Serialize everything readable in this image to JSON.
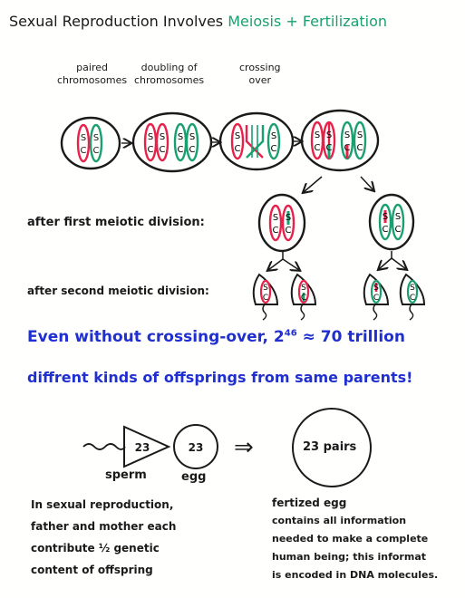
{
  "title": {
    "part1": "Sexual Reproduction Involves",
    "meiosis": "Meiosis",
    "plus": "+",
    "fertilization": "Fertilization"
  },
  "stages": [
    {
      "line1": "paired",
      "line2": "chromosomes"
    },
    {
      "line1": "doubling of",
      "line2": "chromosomes"
    },
    {
      "line1": "crossing",
      "line2": "over"
    }
  ],
  "gene_letters": {
    "upper": "S",
    "lower": "C"
  },
  "divisions": {
    "first": "after first meiotic division:",
    "second": "after second meiotic division:"
  },
  "statement": {
    "line1": "Even without crossing-over, 2",
    "exponent": "46",
    "line1_end": "≈ 70 trillion",
    "line2": "diffrent kinds of offsprings from same parents!"
  },
  "fertilization": {
    "sperm_number": "23",
    "egg_number": "23",
    "sperm_label": "sperm",
    "egg_label": "egg",
    "arrow": "⇒",
    "zygote_label": "23 pairs"
  },
  "left_text": [
    "In sexual reproduction,",
    "father and mother each",
    "contribute ½ genetic",
    "content of offspring"
  ],
  "right_text": [
    "fertized egg",
    "contains all information",
    "needed to make a complete",
    "human being; this informat",
    "is encoded in DNA molecules."
  ],
  "colors": {
    "ink": "#1a1a1a",
    "red": "#e8204a",
    "green": "#1aa070",
    "blue": "#1f2fd0"
  }
}
